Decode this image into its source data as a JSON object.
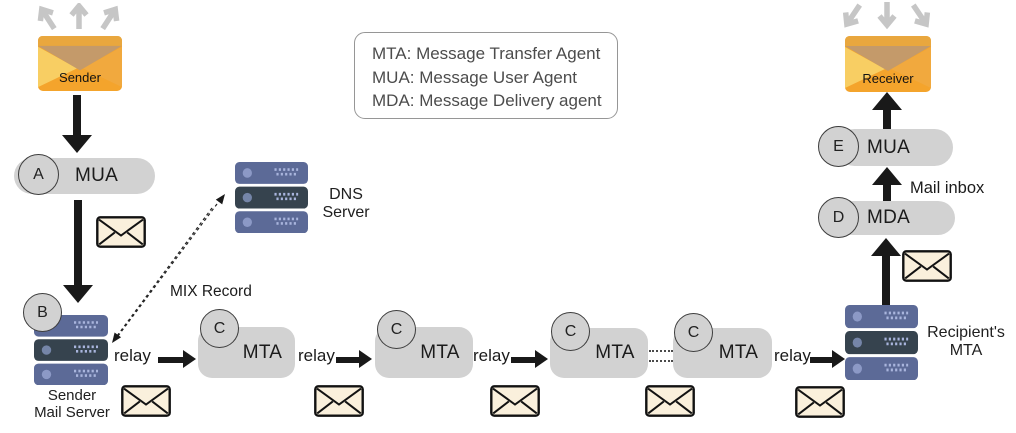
{
  "legend": {
    "lines": [
      "MTA: Message Transfer Agent",
      "MUA: Message User Agent",
      "MDA: Message Delivery agent"
    ]
  },
  "sender": {
    "label": "Sender"
  },
  "receiver": {
    "label": "Receiver"
  },
  "mua_sender": {
    "badge": "A",
    "label": "MUA"
  },
  "sender_mail_server": {
    "badge": "B",
    "label_line1": "Sender",
    "label_line2": "Mail Server"
  },
  "dns_server": {
    "label_line1": "DNS",
    "label_line2": "Server"
  },
  "mix_record_label": "MIX Record",
  "relay_label": "relay",
  "mta_chain": [
    {
      "badge": "C",
      "label": "MTA"
    },
    {
      "badge": "C",
      "label": "MTA"
    },
    {
      "badge": "C",
      "label": "MTA"
    },
    {
      "badge": "C",
      "label": "MTA"
    }
  ],
  "recipient_mta": {
    "label_line1": "Recipient's",
    "label_line2": "MTA"
  },
  "mda": {
    "badge": "D",
    "label": "MDA"
  },
  "mua_receiver": {
    "badge": "E",
    "label": "MUA"
  },
  "mail_inbox_label": "Mail inbox",
  "colors": {
    "envelope_orange": "#F4A42C",
    "envelope_flap_tan": "#C49A6A",
    "envelope_light_yellow": "#F8CE63",
    "envelope_outline_cream": "#FAF0DC",
    "server_slate": "#5C6A97",
    "server_dark": "#36434E",
    "node_gray": "#D2D2D2",
    "arrow_black": "#191919",
    "arrow_gray": "#C6C6C6"
  }
}
